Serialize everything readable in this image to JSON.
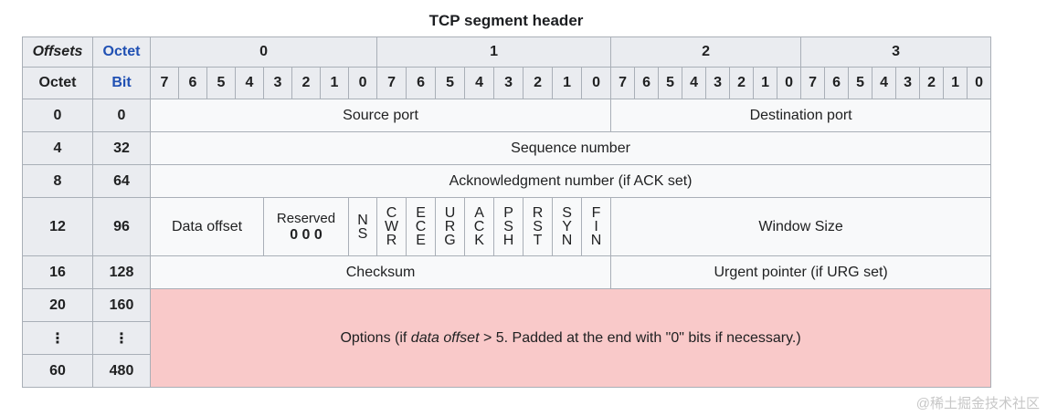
{
  "title": "TCP segment header",
  "watermark": "@稀土掘金技术社区",
  "colors": {
    "header_bg": "#eaecf0",
    "cell_bg": "#f8f9fa",
    "options_bg": "#f9c9c9",
    "border": "#a9afb7",
    "link_blue": "#2050b3",
    "text": "#202122",
    "watermark": "#c7c7c7"
  },
  "header": {
    "offsets_label": "Offsets",
    "octet_link_label": "Octet",
    "octet_row_label": "Octet",
    "bit_link_label": "Bit",
    "octet_groups": [
      "0",
      "1",
      "2",
      "3"
    ],
    "bit_numbers": [
      "7",
      "6",
      "5",
      "4",
      "3",
      "2",
      "1",
      "0"
    ]
  },
  "rows": {
    "row0": {
      "octet": "0",
      "bit": "0",
      "source_port": "Source port",
      "destination_port": "Destination port"
    },
    "row4": {
      "octet": "4",
      "bit": "32",
      "label": "Sequence number"
    },
    "row8": {
      "octet": "8",
      "bit": "64",
      "label": "Acknowledgment number (if ACK set)"
    },
    "row12": {
      "octet": "12",
      "bit": "96",
      "data_offset": "Data offset",
      "reserved_label": "Reserved",
      "reserved_value": "0 0 0",
      "flags": {
        "ns": "N\nS",
        "cwr": "C\nW\nR",
        "ece": "E\nC\nE",
        "urg": "U\nR\nG",
        "ack": "A\nC\nK",
        "psh": "P\nS\nH",
        "rst": "R\nS\nT",
        "syn": "S\nY\nN",
        "fin": "F\nI\nN"
      },
      "window_size": "Window Size"
    },
    "row16": {
      "octet": "16",
      "bit": "128",
      "checksum": "Checksum",
      "urgent_pointer": "Urgent pointer (if URG set)"
    },
    "row20": {
      "octet": "20",
      "bit": "160",
      "options_prefix": "Options (if ",
      "options_italic": "data offset",
      "options_suffix": " > 5. Padded at the end with \"0\" bits if necessary.)"
    },
    "row_dots": {
      "octet": "⋮",
      "bit": "⋮"
    },
    "row60": {
      "octet": "60",
      "bit": "480"
    }
  }
}
